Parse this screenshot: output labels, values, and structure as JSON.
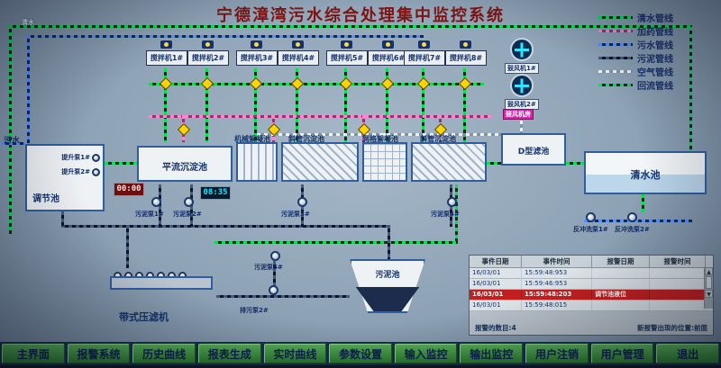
{
  "title": "宁德漳湾污水综合处理集中监控系统",
  "labels": {
    "inlet": "污水",
    "top_left": "清水"
  },
  "legend": {
    "items": [
      {
        "label": "清水管线",
        "color": "#00e34d"
      },
      {
        "label": "加药管线",
        "color": "#ff85d0"
      },
      {
        "label": "污水管线",
        "color": "#5590ff"
      },
      {
        "label": "污泥管线",
        "color": "#46597c"
      },
      {
        "label": "空气管线",
        "color": "#eef3f7"
      },
      {
        "label": "回流管线",
        "color": "#00e34d"
      }
    ]
  },
  "mixers": [
    {
      "label": "搅拌机1#"
    },
    {
      "label": "搅拌机2#"
    },
    {
      "label": "搅拌机3#"
    },
    {
      "label": "搅拌机4#"
    },
    {
      "label": "搅拌机5#"
    },
    {
      "label": "搅拌机6#"
    },
    {
      "label": "搅拌机7#"
    },
    {
      "label": "搅拌机8#"
    }
  ],
  "tanks": {
    "regulating": "调节池",
    "horizontal_sed": "平流沉淀池",
    "mech_floc": "机械絮凝池",
    "inclined_sed_1": "斜管沉淀池",
    "grid_floc": "网格絮凝池",
    "inclined_sed_2": "斜管沉淀池",
    "d_filter": "D型滤池",
    "clear_water": "清水池",
    "sludge": "污泥池",
    "belt_press": "带式压滤机"
  },
  "equipment": {
    "lift_pump_1": "提升泵1#",
    "lift_pump_2": "提升泵2#",
    "sludge_pump_1": "污泥泵1#",
    "sludge_pump_2": "污泥泵2#",
    "sludge_pump_3": "污泥泵3#",
    "sludge_pump_4": "污泥泵4#",
    "sludge_pump_5": "污泥泵5#",
    "drain_pump_2": "排污泵2#",
    "backwash_pump_1": "反冲洗泵1#",
    "backwash_pump_2": "反冲洗泵2#",
    "blower_1": "鼓风机1#",
    "blower_2": "鼓风机2#",
    "blower_room": "鼓风机房"
  },
  "timers": {
    "t1": "00:00",
    "t2": "08:35"
  },
  "alarm_panel": {
    "headers": [
      "事件日期",
      "事件时间",
      "报警日期",
      "报警时间"
    ],
    "rows": [
      {
        "cells": [
          "16/03/01",
          "15:59:48:953",
          "",
          ""
        ],
        "alarm": false
      },
      {
        "cells": [
          "16/03/01",
          "15:59:46:953",
          "",
          ""
        ],
        "alarm": false
      },
      {
        "cells": [
          "16/03/01",
          "15:59:48:203",
          "调节池液位",
          ""
        ],
        "alarm": true
      },
      {
        "cells": [
          "16/03/01",
          "15:59:48:015",
          "",
          ""
        ],
        "alarm": false
      }
    ],
    "footer_left": "报警的数目:4",
    "footer_right": "新报警出现的位置:前面"
  },
  "navbar": {
    "buttons": [
      "主界面",
      "报警系统",
      "历史曲线",
      "报表生成",
      "实时曲线",
      "参数设置",
      "输入监控",
      "输出监控",
      "用户注销",
      "用户管理",
      "退出"
    ]
  },
  "icons": {
    "up": "▲",
    "down": "▼"
  },
  "colors": {
    "title": "#7d1414",
    "screen_bg": "#8da2b5",
    "button_green": "#3f9e3f",
    "alarm_red": "#c41f1f",
    "pipe_clean": "#00e34d",
    "pipe_dosing": "#ff85d0",
    "pipe_sewage": "#5590ff",
    "pipe_sludge": "#46597c",
    "pipe_air": "#eef3f7"
  }
}
